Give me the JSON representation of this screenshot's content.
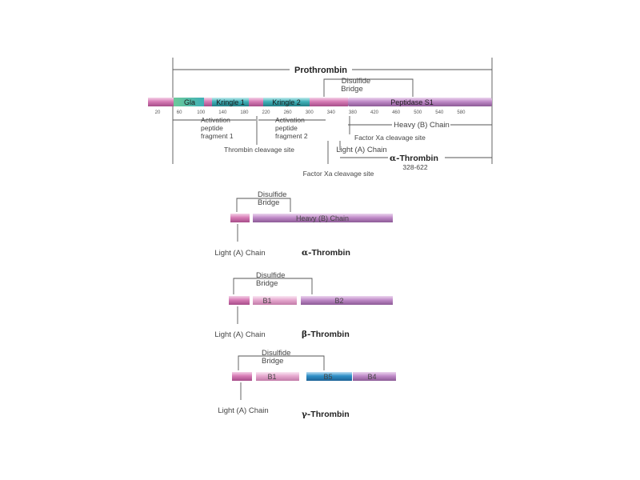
{
  "prothrombin": {
    "title": "Prothrombin",
    "domains": {
      "gla": "Gla",
      "kringle1": "Kringle 1",
      "kringle2": "Kringle 2",
      "peptidase": "Peptidase S1"
    },
    "ticks": [
      "20",
      "60",
      "100",
      "140",
      "180",
      "220",
      "260",
      "300",
      "340",
      "380",
      "420",
      "460",
      "500",
      "540",
      "580"
    ],
    "disulfide": [
      "Disulfide",
      "Bridge"
    ],
    "activation1": [
      "Activation",
      "peptide",
      "fragment 1"
    ],
    "activation2": [
      "Activation",
      "peptide",
      "fragment 2"
    ],
    "thrombin_cleavage": "Thrombin cleavage site",
    "heavy_chain": "Heavy (B) Chain",
    "factor_xa_1": "Factor Xa cleavage site",
    "light_chain": "Light (A) Chain",
    "alpha_title_sym": "α-",
    "alpha_title_word": "Thrombin",
    "alpha_range": "328-622",
    "factor_xa_2": "Factor Xa cleavage site"
  },
  "alpha": {
    "disulfide": [
      "Disulfide",
      "Bridge"
    ],
    "heavy_label": "Heavy (B) Chain",
    "light_label": "Light (A) Chain",
    "title_sym": "α-",
    "title_word": "Thrombin"
  },
  "beta": {
    "disulfide": [
      "Disulfide",
      "Bridge"
    ],
    "b1": "B1",
    "b2": "B2",
    "light_label": "Light (A) Chain",
    "title_sym": "β-",
    "title_word": "Thrombin"
  },
  "gamma": {
    "disulfide": [
      "Disulfide",
      "Bridge"
    ],
    "b1": "B1",
    "b5": "B5",
    "b4": "B4",
    "light_label": "Light (A) Chain",
    "title_sym": "γ-",
    "title_word": "Thrombin"
  },
  "colors": {
    "pink": "#d77bb5",
    "lilac": "#c08bc8",
    "teal": "#40b0b8",
    "blue": "#2f8fc7",
    "green": "#5cbf8c",
    "line": "#555555"
  }
}
